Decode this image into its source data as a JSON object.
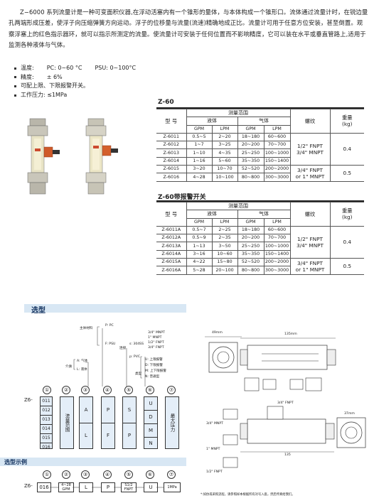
{
  "intro": "Z−6000 系列流量计是一种可变面积仪器,在浮动活塞内有一个锥形的量体，与本体构成一个锥形口。流体通过流量计时，在锐边量孔两端形成压差，使浮子向压缩弹簧方向运动。浮子的位移量与流量(流速)精确地成正比。流量计可用于任意方位安装，甚至倒置。观察浮塞上的红色指示器环，就可以指示所测定的流量。使流量计可安装于任何位置而不影响精度，它可以装在水平或垂直管路上,适用于监测各种液体与气体。",
  "specs": [
    {
      "label": "温度:",
      "a": "PC: 0~60 °C",
      "b": "PSU: 0~100°C"
    },
    {
      "label": "精度:",
      "a": "± 6%",
      "b": ""
    },
    {
      "label": "可配上限、下限报警开关。",
      "a": "",
      "b": ""
    },
    {
      "label": "工作压力: ≤1MPa",
      "a": "",
      "b": ""
    }
  ],
  "table1": {
    "title": "Z-60",
    "h_model": "型  号",
    "h_range": "测量范围",
    "h_liquid": "液体",
    "h_gas": "气体",
    "h_thread": "螺纹",
    "h_weight": "重量\n(kg)",
    "units": [
      "GPM",
      "LPM",
      "GPM",
      "LPM"
    ],
    "rows": [
      [
        "Z-6011",
        "0.5~5",
        "2~20",
        "18~180",
        "60~600"
      ],
      [
        "Z-6012",
        "1~7",
        "3~25",
        "20~200",
        "70~700"
      ],
      [
        "Z-6013",
        "1~10",
        "4~35",
        "25~250",
        "100~1000"
      ],
      [
        "Z-6014",
        "1~16",
        "5~60",
        "35~350",
        "150~1400"
      ],
      [
        "Z-6015",
        "3~20",
        "10~70",
        "52~520",
        "200~2000"
      ],
      [
        "Z-6016",
        "4~28",
        "10~100",
        "80~800",
        "300~3000"
      ]
    ],
    "thread_a": "1/2\" FNPT\n3/4\" MNPT",
    "thread_b": "3/4\" FNPT\nor 1\" MNPT",
    "weight_a": "0.4",
    "weight_b": "0.5"
  },
  "table2": {
    "title": "Z-60带报警开关",
    "rows": [
      [
        "Z-6011A",
        "0.5~7",
        "2~25",
        "18~180",
        "60~600"
      ],
      [
        "Z-6012A",
        "0.5~9",
        "2~35",
        "20~200",
        "70~700"
      ],
      [
        "Z-6013A",
        "1~13",
        "3~50",
        "25~250",
        "100~1000"
      ],
      [
        "Z-6014A",
        "3~16",
        "10~60",
        "35~350",
        "150~1400"
      ],
      [
        "Z-6015A",
        "4~22",
        "15~80",
        "52~520",
        "200~2000"
      ],
      [
        "Z-6016A",
        "5~28",
        "20~100",
        "80~800",
        "300~3000"
      ]
    ],
    "weight_a": "0.4",
    "weight_b": "0.5"
  },
  "selection": {
    "label": "选型",
    "example_label": "选型示例",
    "prefix": "Z6-",
    "nums": [
      "①",
      "②",
      "③",
      "④",
      "⑤",
      "⑥",
      "⑦"
    ],
    "material": {
      "title": "主体材料",
      "opts": [
        "P: PC",
        "F: PSU"
      ]
    },
    "medium": {
      "title": "介质",
      "opts": [
        "A: 气体",
        "L: 液体"
      ]
    },
    "connection": {
      "title": "连接",
      "opts": [
        "s: 304SS",
        "p: PVC"
      ],
      "threads": [
        "3/4\" MNPT",
        "1\" MNPT",
        "1/2\" FNPT",
        "3/4\" FNPT"
      ]
    },
    "type": {
      "title": "类型",
      "opts": [
        "U: 上限报警",
        "D: 下限报警",
        "M: 上下限报警",
        "N: 普通型"
      ]
    },
    "col1": [
      "011",
      "012",
      "013",
      "014",
      "015",
      "016"
    ],
    "col2": "流量范围",
    "col3": [
      "A",
      "L"
    ],
    "col4": [
      "P",
      "F"
    ],
    "col5": [
      "S",
      "P"
    ],
    "col6": [
      "U",
      "D",
      "M",
      "N"
    ],
    "col7": "最大压力",
    "example": [
      "016",
      "4~28\nGPM",
      "L",
      "P",
      "S1/2\nFNPT",
      "U",
      "1MPa"
    ]
  },
  "drawing": {
    "dims": [
      "49mm",
      "135mm",
      "3/4\" MNPT",
      "1\" MNPT",
      "1/2\" FNPT",
      "3/4\" FNPT",
      "135",
      "37mm"
    ]
  },
  "footnote": "*:如仿或采购流程，请参照样本根据所有对号入座，然后传真给我们。"
}
